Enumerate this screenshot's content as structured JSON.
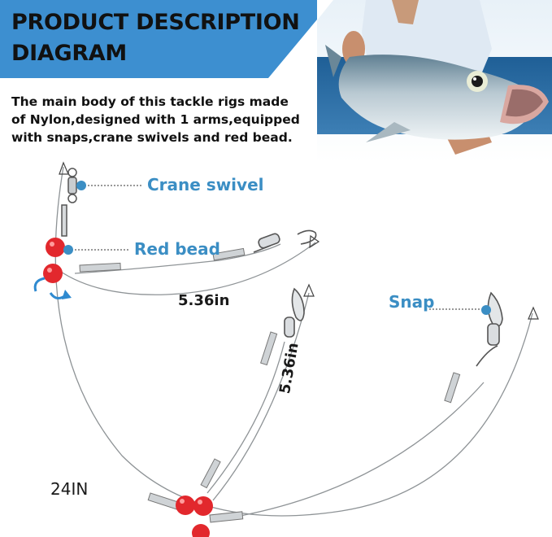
{
  "header": {
    "title_line1": "PRODUCT DESCRIPTION",
    "title_line2": "DIAGRAM",
    "accent_color": "#3d8fd0"
  },
  "description": {
    "line1": "The main body of this tackle rigs made",
    "line2": "of Nylon,designed with 1 arms,equipped",
    "line3": "with snaps,crane swivels and red bead."
  },
  "callouts": {
    "crane_swivel": "Crane swivel",
    "red_bead": "Red bead",
    "snap": "Snap",
    "callout_color": "#3b8ec4"
  },
  "measurements": {
    "arm_top": "5.36in",
    "arm_middle": "5.36in",
    "main_line": "24IN"
  },
  "photo": {
    "icon": "fish-photo"
  }
}
